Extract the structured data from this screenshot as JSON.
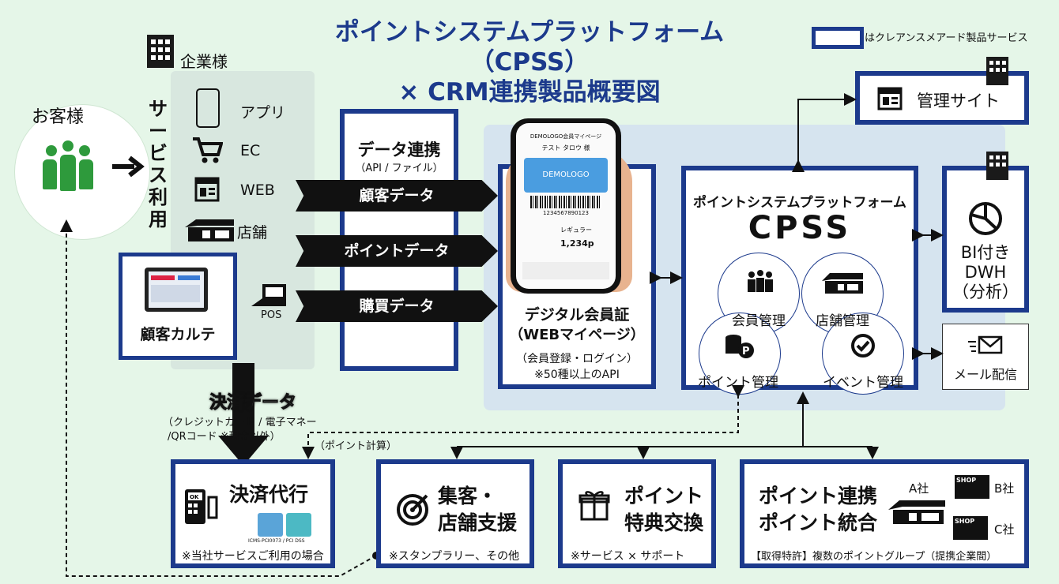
{
  "title": {
    "line1": "ポイントシステムプラットフォーム（CPSS）",
    "line2": "× CRM連携製品概要図"
  },
  "legend": {
    "text": "はクレアンスメアード製品サービス"
  },
  "company": {
    "label": "企業様"
  },
  "customer": {
    "label": "お客様"
  },
  "service_use": {
    "chars": [
      "サ",
      "ー",
      "ビ",
      "ス",
      "利",
      "用"
    ]
  },
  "channels": [
    {
      "label": "アプリ",
      "icon": "smartphone-icon"
    },
    {
      "label": "EC",
      "icon": "cart-icon"
    },
    {
      "label": "WEB",
      "icon": "webpage-icon"
    },
    {
      "label": "店舗",
      "icon": "store-icon"
    }
  ],
  "karte": {
    "label": "顧客カルテ"
  },
  "pos": {
    "label": "POS"
  },
  "data_link": {
    "title": "データ連携",
    "sub": "（API / ファイル）"
  },
  "data_arrows": [
    "顧客データ",
    "ポイントデータ",
    "購買データ"
  ],
  "member_card": {
    "title1": "デジタル会員証",
    "title2": "（WEBマイページ）",
    "note1": "（会員登録・ログイン）",
    "note2": "※50種以上のAPI"
  },
  "phone": {
    "header": "DEMOLOGO会員マイページ",
    "name": "テスト タロウ 様",
    "card_logo": "DEMOLOGO",
    "barcode_no": "1234567890123",
    "rank": "レギュラー",
    "points": "1,234p"
  },
  "cpss": {
    "subtitle": "ポイントシステムプラットフォーム",
    "name": "CPSS",
    "functions": [
      "会員管理",
      "店舗管理",
      "ポイント管理",
      "イベント管理"
    ]
  },
  "admin_site": {
    "label": "管理サイト"
  },
  "dwh": {
    "line1": "BI付き",
    "line2": "DWH",
    "line3": "（分析）"
  },
  "mail": {
    "label": "メール配信"
  },
  "payment_data": {
    "title": "決済データ",
    "line1": "（クレジットカード / 電子マネー",
    "line2": "/QRコード ※現金以外）"
  },
  "point_calc": {
    "label": "（ポイント計算）"
  },
  "bottom": {
    "payment": {
      "title": "決済代行",
      "note": "※当社サービスご利用の場合",
      "badge": "ICMS-PCI0073 / PCI DSS"
    },
    "marketing": {
      "title1": "集客・",
      "title2": "店舗支援",
      "note": "※スタンプラリー、その他"
    },
    "exchange": {
      "title1": "ポイント",
      "title2": "特典交換",
      "note": "※サービス × サポート"
    },
    "integration": {
      "title1": "ポイント連携",
      "title2": "ポイント統合",
      "note": "【取得特許】複数のポイントグループ（提携企業間）",
      "companies": [
        "A社",
        "B社",
        "C社"
      ],
      "shop": "SHOP"
    }
  }
}
